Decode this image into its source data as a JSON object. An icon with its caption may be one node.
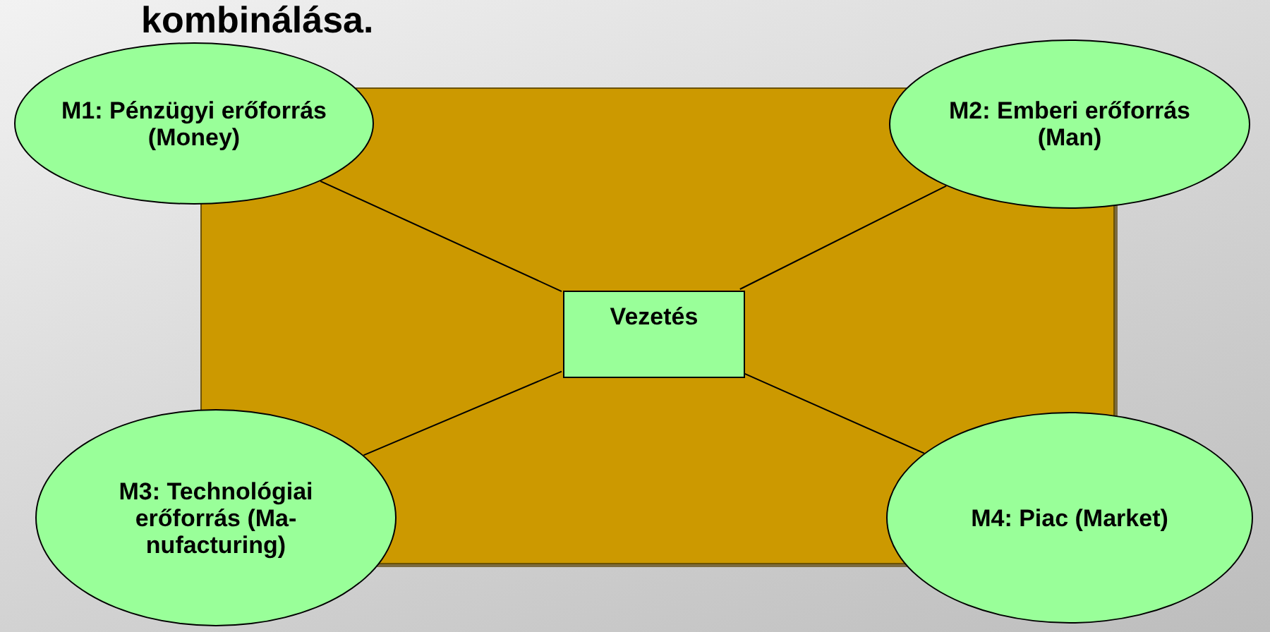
{
  "diagram": {
    "title": "kombinálása.",
    "nodes": [
      {
        "text": [],
        "shape": "box"
      },
      {
        "text": [
          "M1: Pénzügyi erőforrás (Money)"
        ]
      },
      {
        "text": [
          "M2: Emberi erőforrás (Man)"
        ]
      },
      {
        "text": [
          "Vezetés"
        ],
        "in": 0
      },
      {
        "text": [
          "M3: Technológiai erőforrás (Ma-nufacturing)"
        ]
      },
      {
        "text": [
          "M4: Piac (Market)"
        ]
      }
    ],
    "edges": [
      {
        "from": 1,
        "to": 3,
        "arrow": "none"
      },
      {
        "from": 2,
        "to": 3,
        "arrow": "none"
      },
      {
        "from": 4,
        "to": 3,
        "arrow": "none"
      },
      {
        "from": 5,
        "to": 3,
        "arrow": "none"
      }
    ]
  }
}
